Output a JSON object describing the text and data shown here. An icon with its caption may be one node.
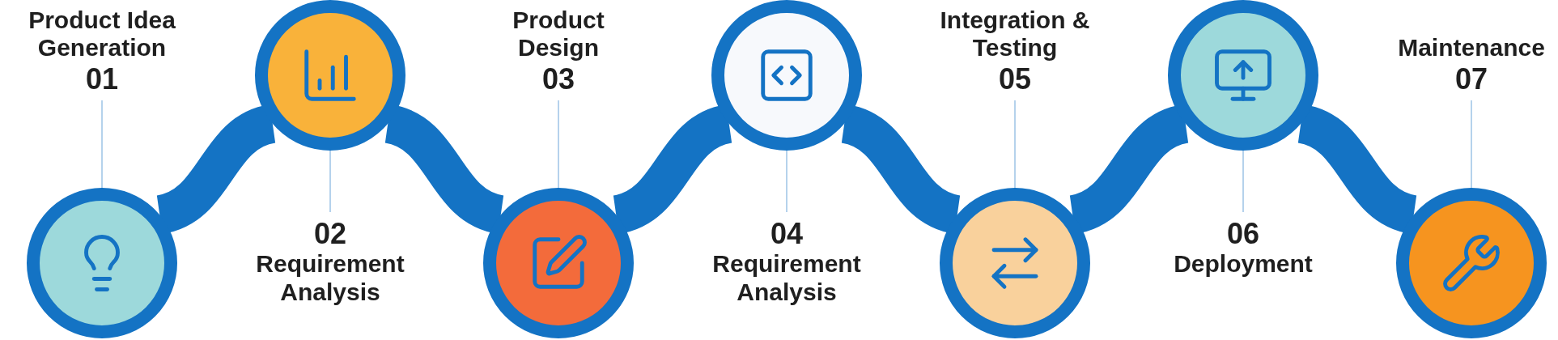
{
  "diagram": {
    "nodes": [
      {
        "text": [
          "Product Idea Generation",
          "01"
        ]
      },
      {
        "text": [],
        "shape": "circle"
      },
      {
        "text": [
          "02",
          "Requirement Analysis"
        ]
      },
      {
        "text": [],
        "shape": "circle"
      },
      {
        "text": [
          "Product Design",
          "03"
        ]
      },
      {
        "text": [],
        "shape": "circle"
      },
      {
        "text": [
          "04",
          "Requirement Analysis"
        ]
      },
      {
        "text": [],
        "shape": "circle"
      },
      {
        "text": [
          "Integration & Testing",
          "05"
        ]
      },
      {
        "text": [],
        "shape": "circle"
      },
      {
        "text": [
          "06",
          "Deployment"
        ]
      },
      {
        "text": [],
        "shape": "circle"
      },
      {
        "text": [
          "Maintenance",
          "07"
        ]
      },
      {
        "text": [],
        "shape": "circle"
      }
    ],
    "edges": [
      {
        "from": 1,
        "to": 3,
        "arrow": "none",
        "style": "thick",
        "color": "#1473c4"
      },
      {
        "from": 3,
        "to": 5,
        "arrow": "none",
        "style": "thick",
        "color": "#1473c4"
      },
      {
        "from": 5,
        "to": 7,
        "arrow": "none",
        "style": "thick",
        "color": "#1473c4"
      },
      {
        "from": 7,
        "to": 9,
        "arrow": "none",
        "style": "thick",
        "color": "#1473c4"
      },
      {
        "from": 9,
        "to": 11,
        "arrow": "none",
        "style": "thick",
        "color": "#1473c4"
      },
      {
        "from": 11,
        "to": 13,
        "arrow": "none",
        "style": "thick",
        "color": "#1473c4"
      },
      {
        "from": 0,
        "to": 1,
        "arrow": "none"
      },
      {
        "from": 2,
        "to": 3,
        "arrow": "none"
      },
      {
        "from": 4,
        "to": 5,
        "arrow": "none"
      },
      {
        "from": 6,
        "to": 7,
        "arrow": "none"
      },
      {
        "from": 8,
        "to": 9,
        "arrow": "none"
      },
      {
        "from": 10,
        "to": 11,
        "arrow": "none"
      },
      {
        "from": 12,
        "to": 13,
        "arrow": "none"
      }
    ]
  }
}
